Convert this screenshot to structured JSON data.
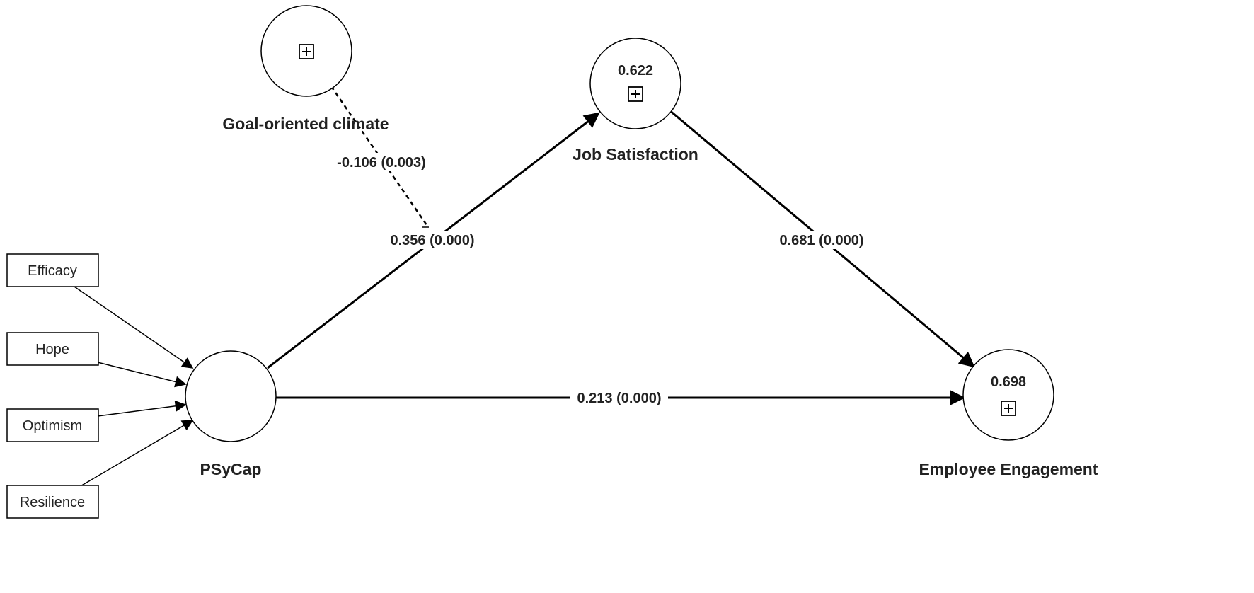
{
  "indicators": [
    {
      "id": "efficacy",
      "label": "Efficacy"
    },
    {
      "id": "hope",
      "label": "Hope"
    },
    {
      "id": "optimism",
      "label": "Optimism"
    },
    {
      "id": "resilience",
      "label": "Resilience"
    }
  ],
  "constructs": {
    "psycap": {
      "label": "PSyCap",
      "r2": ""
    },
    "goal_climate": {
      "label": "Goal-oriented climate",
      "r2": ""
    },
    "job_satisfaction": {
      "label": "Job Satisfaction",
      "r2": "0.622"
    },
    "employee_engagement": {
      "label": "Employee Engagement",
      "r2": "0.698"
    }
  },
  "paths": {
    "psycap_to_js": "0.356 (0.000)",
    "js_to_ee": "0.681 (0.000)",
    "psycap_to_ee": "0.213 (0.000)",
    "moderation": "-0.106 (0.003)"
  },
  "icons": {
    "expand": "plus-square-icon"
  }
}
